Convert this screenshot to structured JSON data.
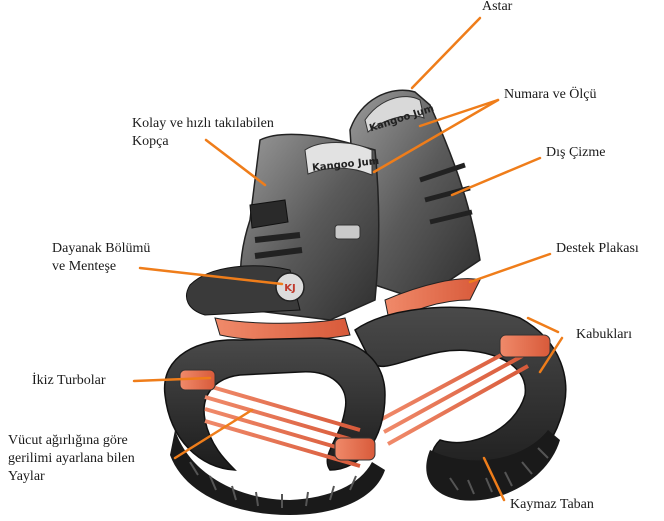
{
  "labels": {
    "astar": "Astar",
    "numara": "Numara ve Ölçü",
    "dis_cizme": "Dış Çizme",
    "destek": "Destek Plakası",
    "kabuklari": "Kabukları",
    "kaymaz": "Kaymaz Taban",
    "kopca_line1": "Kolay ve hızlı takılabilen",
    "kopca_line2": "Kopça",
    "dayanak_line1": "Dayanak Bölümü",
    "dayanak_line2": "ve Menteşe",
    "ikiz": "İkiz Turbolar",
    "yaylar_line1": "Vücut ağırlığına göre",
    "yaylar_line2": "gerilimi ayarlana bilen",
    "yaylar_line3": "Yaylar"
  },
  "brand_text": {
    "boot_front": "Kangoo Jum",
    "boot_back": "Kangoo Jum",
    "badge": "KJ"
  },
  "colors": {
    "pointer": "#ef7d1a",
    "spring": "#e86a4a",
    "shell": "#2b2b2b",
    "boot": "#6b6b6b",
    "text": "#1a1a1a"
  }
}
